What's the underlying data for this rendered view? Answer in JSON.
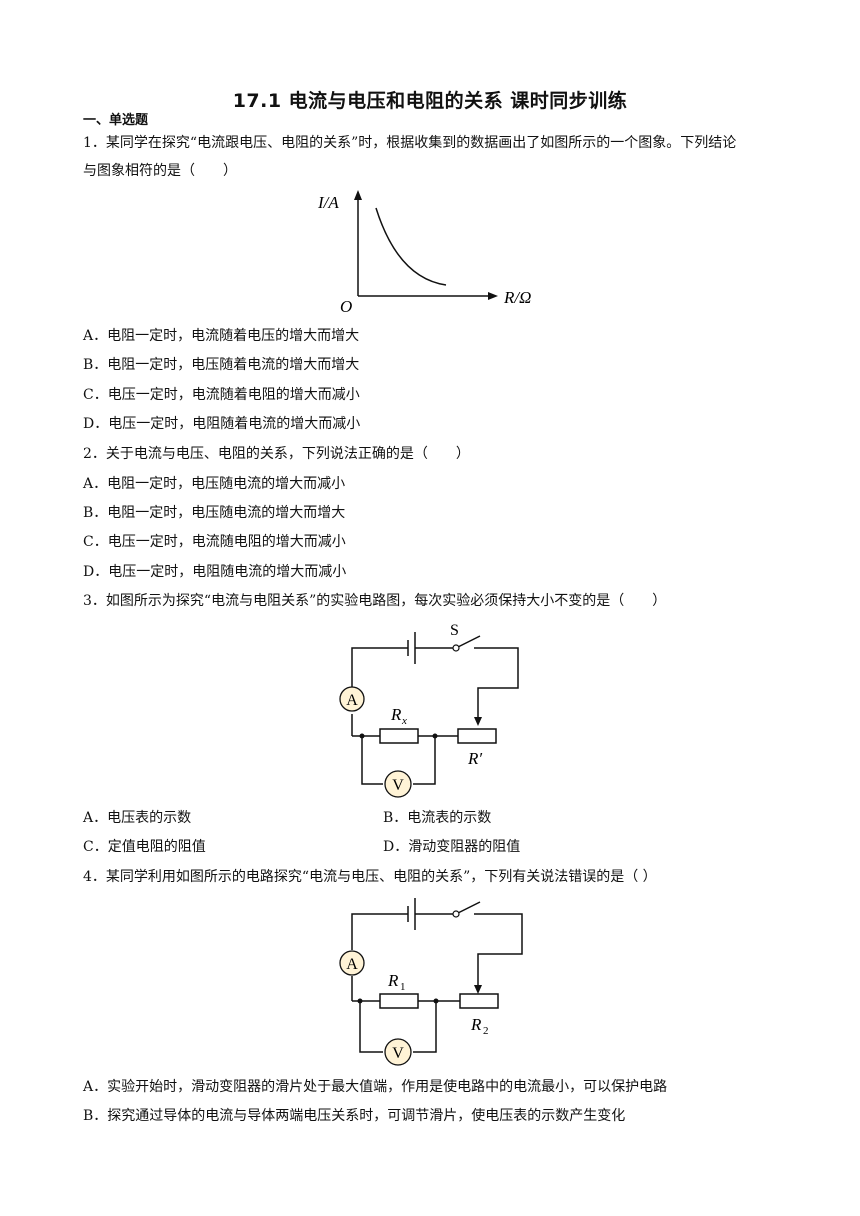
{
  "title": "17.1  电流与电压和电阻的关系  课时同步训练",
  "section": "一、单选题",
  "q1": {
    "stem_l1": "1．某同学在探究“电流跟电压、电阻的关系”时，根据收集到的数据画出了如图所示的一个图象。下列结论",
    "stem_l2": "与图象相符的是（　　）",
    "graph": {
      "y_axis": "I/A",
      "x_axis": "R/Ω",
      "origin": "O"
    },
    "options": [
      "A．电阻一定时，电流随着电压的增大而增大",
      "B．电阻一定时，电压随着电流的增大而增大",
      "C．电压一定时，电流随着电阻的增大而减小",
      "D．电压一定时，电阻随着电流的增大而减小"
    ]
  },
  "q2": {
    "stem": "2．关于电流与电压、电阻的关系，下列说法正确的是（　　）",
    "options": [
      "A．电阻一定时，电压随电流的增大而减小",
      "B．电阻一定时，电压随电流的增大而增大",
      "C．电压一定时，电流随电阻的增大而减小",
      "D．电压一定时，电阻随电流的增大而减小"
    ]
  },
  "q3": {
    "stem": "3．如图所示为探究“电流与电阻关系”的实验电路图，每次实验必须保持大小不变的是（　　）",
    "circuit": {
      "switch": "S",
      "ammeter": "A",
      "voltmeter": "V",
      "resistor": "R",
      "resistor_sub": "x",
      "rheostat": "R′"
    },
    "options": [
      "A．电压表的示数",
      "B．电流表的示数",
      "C．定值电阻的阻值",
      "D．滑动变阻器的阻值"
    ]
  },
  "q4": {
    "stem": "4．某同学利用如图所示的电路探究“电流与电压、电阻的关系”，下列有关说法错误的是（ ）",
    "circuit": {
      "ammeter": "A",
      "voltmeter": "V",
      "r1": "R",
      "r1_sub": "1",
      "r2": "R",
      "r2_sub": "2"
    },
    "options": [
      "A．实验开始时，滑动变阻器的滑片处于最大值端，作用是使电路中的电流最小，可以保护电路",
      "B．探究通过导体的电流与导体两端电压关系时，可调节滑片，使电压表的示数产生变化"
    ]
  }
}
